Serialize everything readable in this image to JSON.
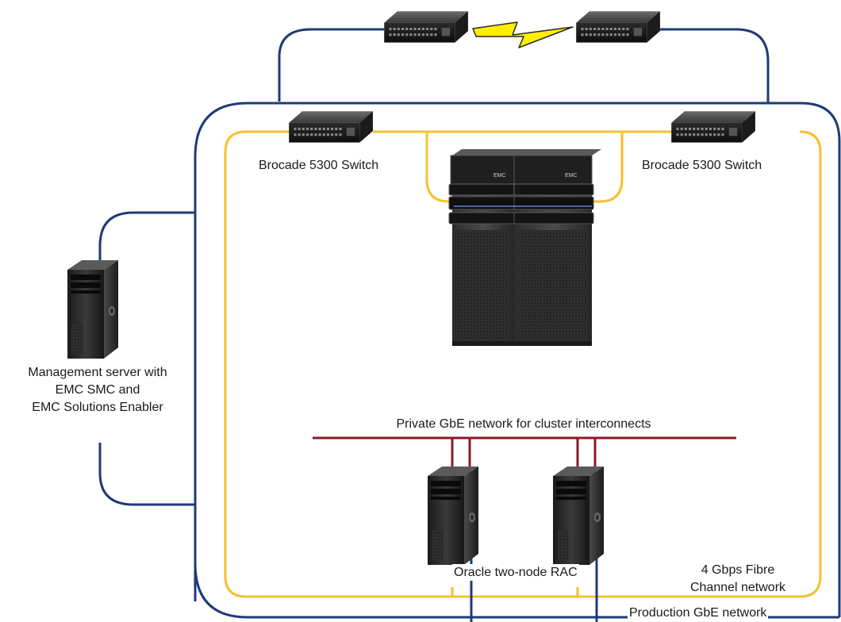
{
  "labels": {
    "switch_left": "Brocade 5300 Switch",
    "switch_right": "Brocade 5300 Switch",
    "mgmt_server": [
      "Management server with",
      "EMC SMC and",
      "EMC Solutions Enabler"
    ],
    "private_network": "Private GbE network for cluster interconnects",
    "rac": "Oracle two-node RAC",
    "fc_network": [
      "4 Gbps Fibre",
      "Channel network"
    ],
    "production_network": "Production GbE network"
  },
  "storage_badge": "EMC",
  "colors": {
    "production_link": "#1f3a78",
    "fibre_channel_link": "#f5c12e",
    "private_link": "#8b1c24",
    "wan_bolt": "#ffee00"
  },
  "icons": {
    "wan_switch": "network-switch-icon",
    "fc_switch": "network-switch-icon",
    "storage": "storage-array-icon",
    "server": "tower-server-icon",
    "wan": "lightning-bolt-icon"
  }
}
